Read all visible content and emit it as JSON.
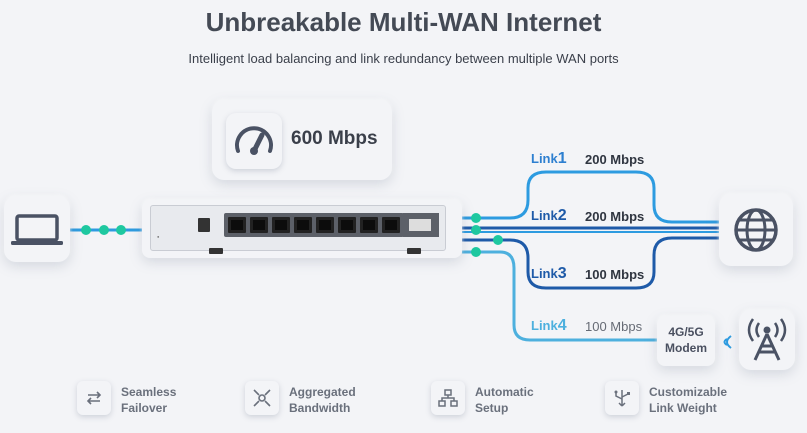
{
  "title": "Unbreakable Multi-WAN Internet",
  "subtitle": "Intelligent load balancing and link redundancy between multiple WAN ports",
  "speed": {
    "value": "600 Mbps",
    "icon": "speedometer-icon"
  },
  "devices": {
    "laptop_icon": "laptop-icon",
    "globe_icon": "globe-icon",
    "modem": {
      "line1": "4G/5G",
      "line2": "Modem"
    },
    "tower_icon": "cell-tower-icon"
  },
  "links": [
    {
      "label": "Link",
      "num": "1",
      "speed": "200 Mbps",
      "color": "#2d9be0"
    },
    {
      "label": "Link",
      "num": "2",
      "speed": "200 Mbps",
      "color": "#1e5aa8"
    },
    {
      "label": "Link",
      "num": "3",
      "speed": "100 Mbps",
      "color": "#1e5aa8"
    },
    {
      "label": "Link",
      "num": "4",
      "speed": "100 Mbps",
      "color": "#4db0de"
    }
  ],
  "features": [
    {
      "line1": "Seamless",
      "line2": "Failover",
      "icon": "failover-arrows-icon"
    },
    {
      "line1": "Aggregated",
      "line2": "Bandwidth",
      "icon": "aggregate-icon"
    },
    {
      "line1": "Automatic",
      "line2": "Setup",
      "icon": "network-tree-icon"
    },
    {
      "line1": "Customizable",
      "line2": "Link Weight",
      "icon": "usb-weight-icon"
    }
  ],
  "colors": {
    "accent": "#2d9be0",
    "dark_link": "#1e5aa8",
    "dot": "#1ec8a0",
    "background": "#f3f4f7"
  }
}
